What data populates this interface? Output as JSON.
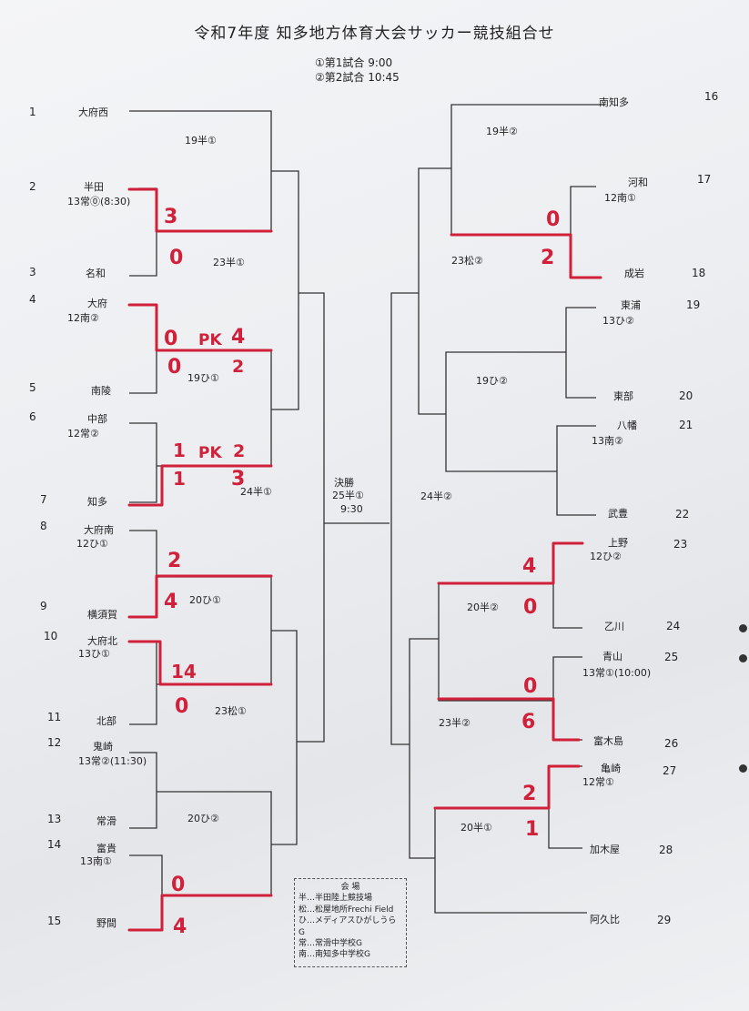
{
  "header": {
    "title": "令和7年度 知多地方体育大会サッカー競技組合せ",
    "schedule": [
      "①第1試合 9:00",
      "②第2試合 10:45"
    ]
  },
  "final": {
    "label": "決勝",
    "venue": "25半①",
    "time": "9:30"
  },
  "teams_left": [
    {
      "no": "1",
      "name": "大府西"
    },
    {
      "no": "2",
      "name": "半田",
      "tag": "13常⓪(8:30)"
    },
    {
      "no": "3",
      "name": "名和"
    },
    {
      "no": "4",
      "name": "大府",
      "tag": "12南②"
    },
    {
      "no": "5",
      "name": "南陵"
    },
    {
      "no": "6",
      "name": "中部",
      "tag": "12常②"
    },
    {
      "no": "7",
      "name": "知多"
    },
    {
      "no": "8",
      "name": "大府南",
      "tag": "12ひ①"
    },
    {
      "no": "9",
      "name": "横須賀"
    },
    {
      "no": "10",
      "name": "大府北",
      "tag": "13ひ①"
    },
    {
      "no": "11",
      "name": "北部"
    },
    {
      "no": "12",
      "name": "鬼崎",
      "tag": "13常②(11:30)"
    },
    {
      "no": "13",
      "name": "常滑"
    },
    {
      "no": "14",
      "name": "富貴",
      "tag": "13南①"
    },
    {
      "no": "15",
      "name": "野間"
    }
  ],
  "teams_right": [
    {
      "no": "16",
      "name": "南知多"
    },
    {
      "no": "17",
      "name": "河和",
      "tag": "12南①"
    },
    {
      "no": "18",
      "name": "成岩"
    },
    {
      "no": "19",
      "name": "東浦",
      "tag": "13ひ②"
    },
    {
      "no": "20",
      "name": "東部"
    },
    {
      "no": "21",
      "name": "八幡",
      "tag": "13南②"
    },
    {
      "no": "22",
      "name": "武豊"
    },
    {
      "no": "23",
      "name": "上野",
      "tag": "12ひ②"
    },
    {
      "no": "24",
      "name": "乙川"
    },
    {
      "no": "25",
      "name": "青山",
      "tag": "13常①(10:00)"
    },
    {
      "no": "26",
      "name": "富木島"
    },
    {
      "no": "27",
      "name": "亀崎",
      "tag": "12常①"
    },
    {
      "no": "28",
      "name": "加木屋"
    },
    {
      "no": "29",
      "name": "阿久比"
    }
  ],
  "match_labels": {
    "L_19h1": "19半①",
    "L_23h1": "23半①",
    "L_19hi1": "19ひ①",
    "L_24h1": "24半①",
    "L_20hi1": "20ひ①",
    "L_23m1": "23松①",
    "L_20hi2": "20ひ②",
    "R_19h2": "19半②",
    "R_23m2": "23松②",
    "R_19hi2": "19ひ②",
    "R_24h2": "24半②",
    "R_20h2": "20半②",
    "R_23h2": "23半②",
    "R_20h1": "20半①"
  },
  "scores": {
    "m2_3_a": "3",
    "m2_3_b": "0",
    "m4_5_a": "0",
    "m4_5_pk": "PK",
    "m4_5_pka": "4",
    "m4_5_b": "0",
    "m4_5_pkb": "2",
    "m6_7_a": "1",
    "m6_7_pk": "PK",
    "m6_7_pka": "2",
    "m6_7_b": "1",
    "m6_7_pkb": "3",
    "m8_9_a": "2",
    "m8_9_b": "4",
    "m10_11_a": "14",
    "m10_11_b": "0",
    "m14_15_a": "0",
    "m14_15_b": "4",
    "m17_18_a": "0",
    "m17_18_b": "2",
    "m23_24_a": "4",
    "m23_24_b": "0",
    "m25_26_a": "0",
    "m25_26_b": "6",
    "m27_28_a": "2",
    "m27_28_b": "1"
  },
  "venues": {
    "heading": "会 場",
    "lines": [
      "半…半田陸上競技場",
      "松…松屋地所Frechi Field",
      "ひ…メディアスひがしうらG",
      "常…常滑中学校G",
      "南…南知多中学校G"
    ]
  },
  "colors": {
    "ink": "#333333",
    "marker": "#d1203a",
    "paper": "#eceef1"
  }
}
